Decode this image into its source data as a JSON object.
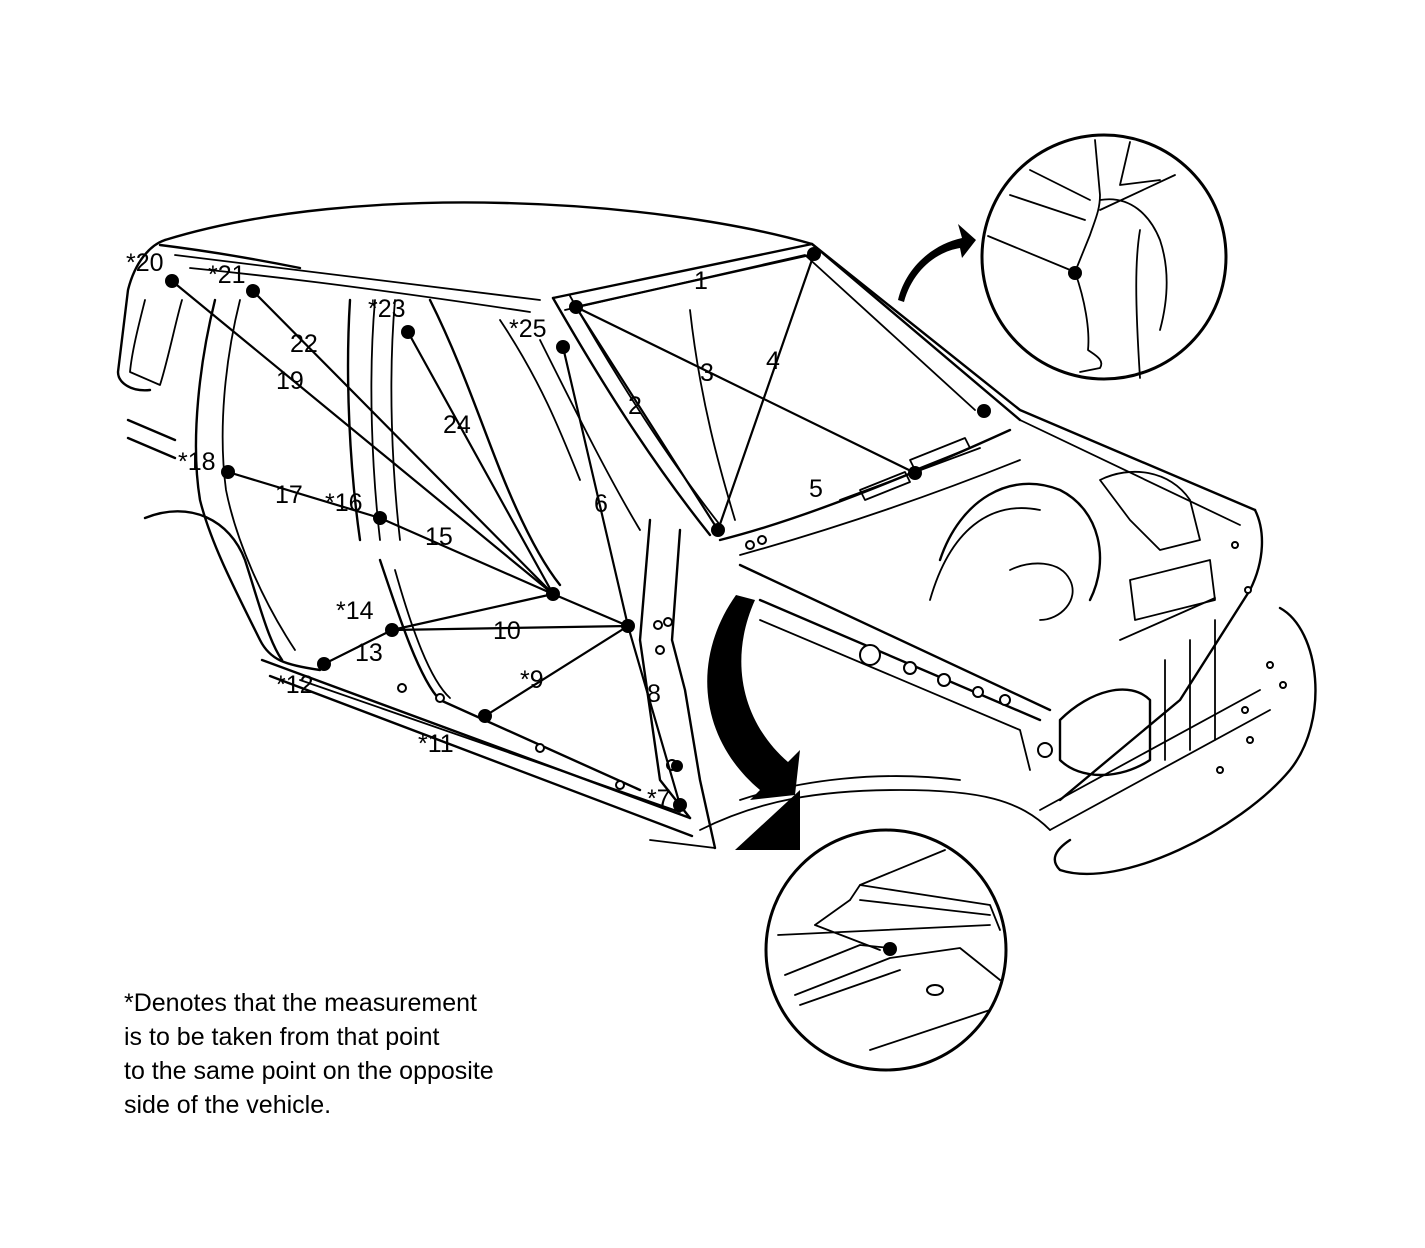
{
  "diagram": {
    "labels": [
      "1",
      "2",
      "3",
      "4",
      "5",
      "6",
      "*7",
      "8",
      "*9",
      "10",
      "*11",
      "*12",
      "13",
      "*14",
      "15",
      "*16",
      "17",
      "*18",
      "19",
      "*20",
      "*21",
      "22",
      "*23",
      "24",
      "*25"
    ]
  },
  "note": {
    "lines": [
      "*Denotes that the measurement",
      "is to be taken from that point",
      "to the same point on the opposite",
      "side of the vehicle."
    ]
  }
}
